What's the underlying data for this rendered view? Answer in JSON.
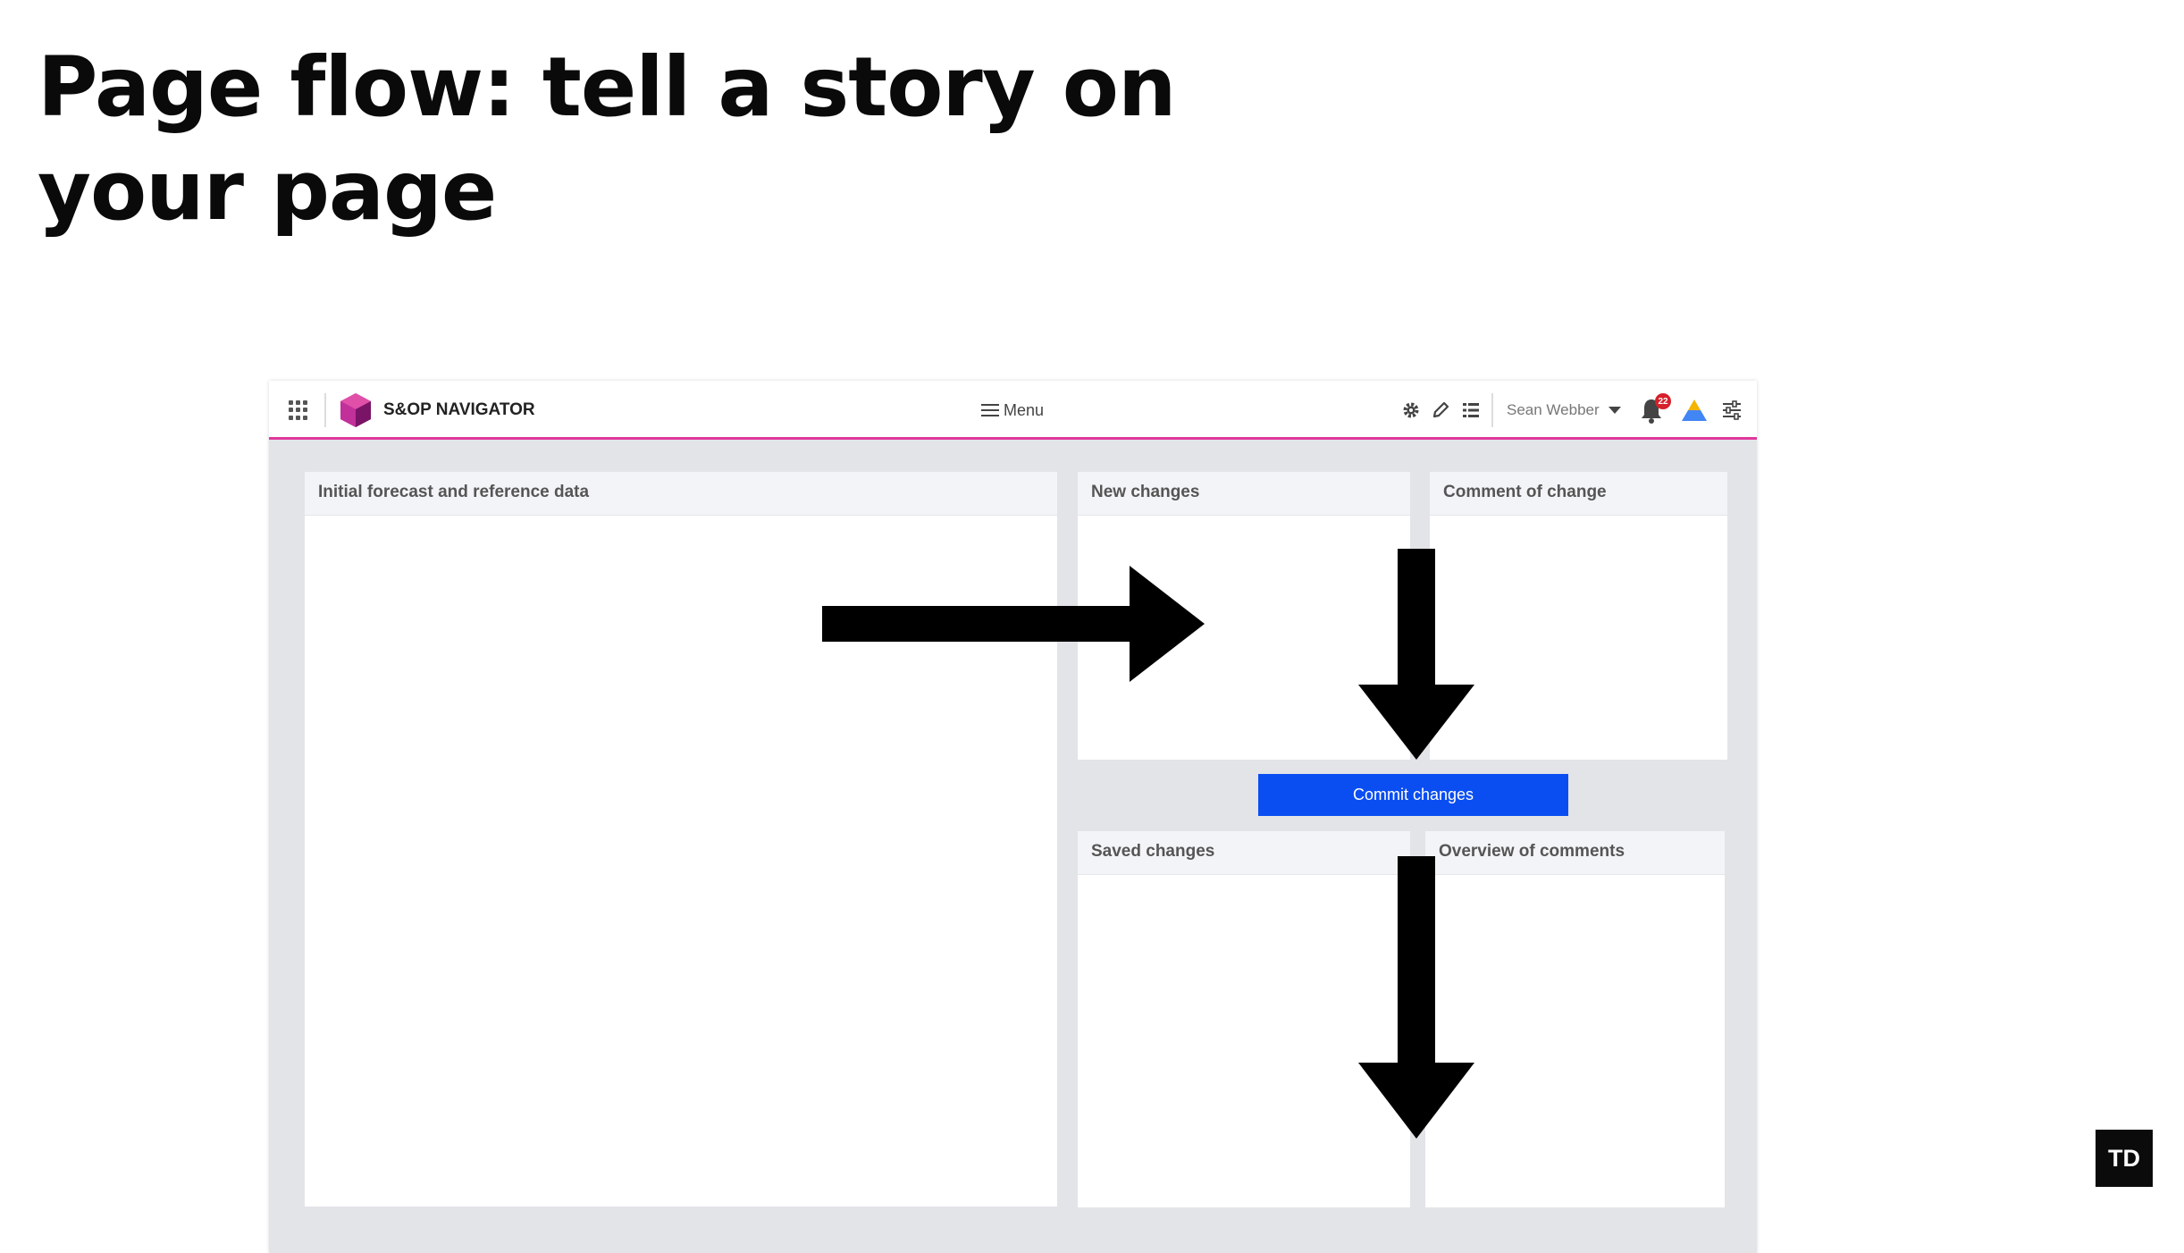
{
  "slide": {
    "title_line1": "Page flow: tell a story on",
    "title_line2": "your page",
    "brand_badge": "TD"
  },
  "app": {
    "name": "S&OP NAVIGATOR",
    "menu_label": "Menu",
    "user_name": "Sean Webber",
    "notification_count": "22",
    "accent_color": "#e0389b",
    "icons": [
      "apps-grid-icon",
      "logo-icon",
      "menu-icon",
      "gear-icon",
      "pencil-icon",
      "list-icon",
      "chevron-down-icon",
      "bell-icon",
      "drive-icon",
      "sliders-icon"
    ]
  },
  "panels": {
    "initial": "Initial forecast and reference data",
    "new_changes": "New changes",
    "comment": "Comment of change",
    "saved": "Saved changes",
    "overview": "Overview of comments"
  },
  "actions": {
    "commit": "Commit changes",
    "commit_color": "#0a4ef2"
  }
}
